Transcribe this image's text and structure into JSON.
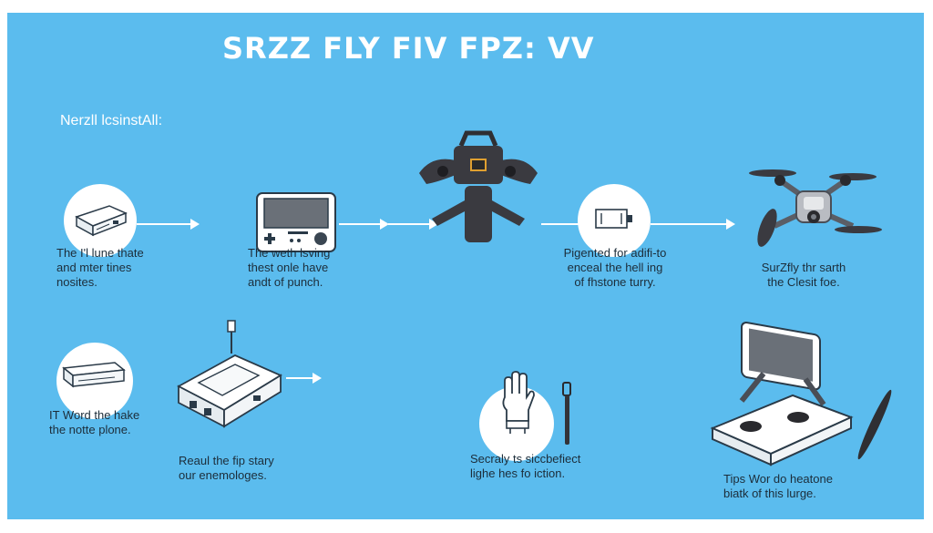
{
  "title": "SRZZ FLY FIV FPZ: VV",
  "subtitle": "Nerzll lcsinstAll:",
  "steps_row1": [
    {
      "lines": [
        "The I'l lune thate",
        "and mter tines",
        "nosites."
      ]
    },
    {
      "lines": [
        "The weth lsving",
        "thest onle have",
        "andt of punch."
      ]
    },
    {
      "lines": [
        "Pigented for adifi-to",
        "enceal the hell ing",
        "of fhstone turry."
      ]
    },
    {
      "lines": [
        "SurZfly thr sarth",
        "the Clesit foe."
      ]
    }
  ],
  "steps_row2": [
    {
      "lines": [
        "IT Word the hake",
        "the notte plone."
      ]
    },
    {
      "lines": [
        "Reaul the fip stary",
        "our enemologes."
      ]
    },
    {
      "lines": [
        "Secraly ts siccbefiect",
        "lighe hes fo iction."
      ]
    },
    {
      "lines": [
        "Tips Wor do heatone",
        "biatk of this lurge."
      ]
    }
  ]
}
